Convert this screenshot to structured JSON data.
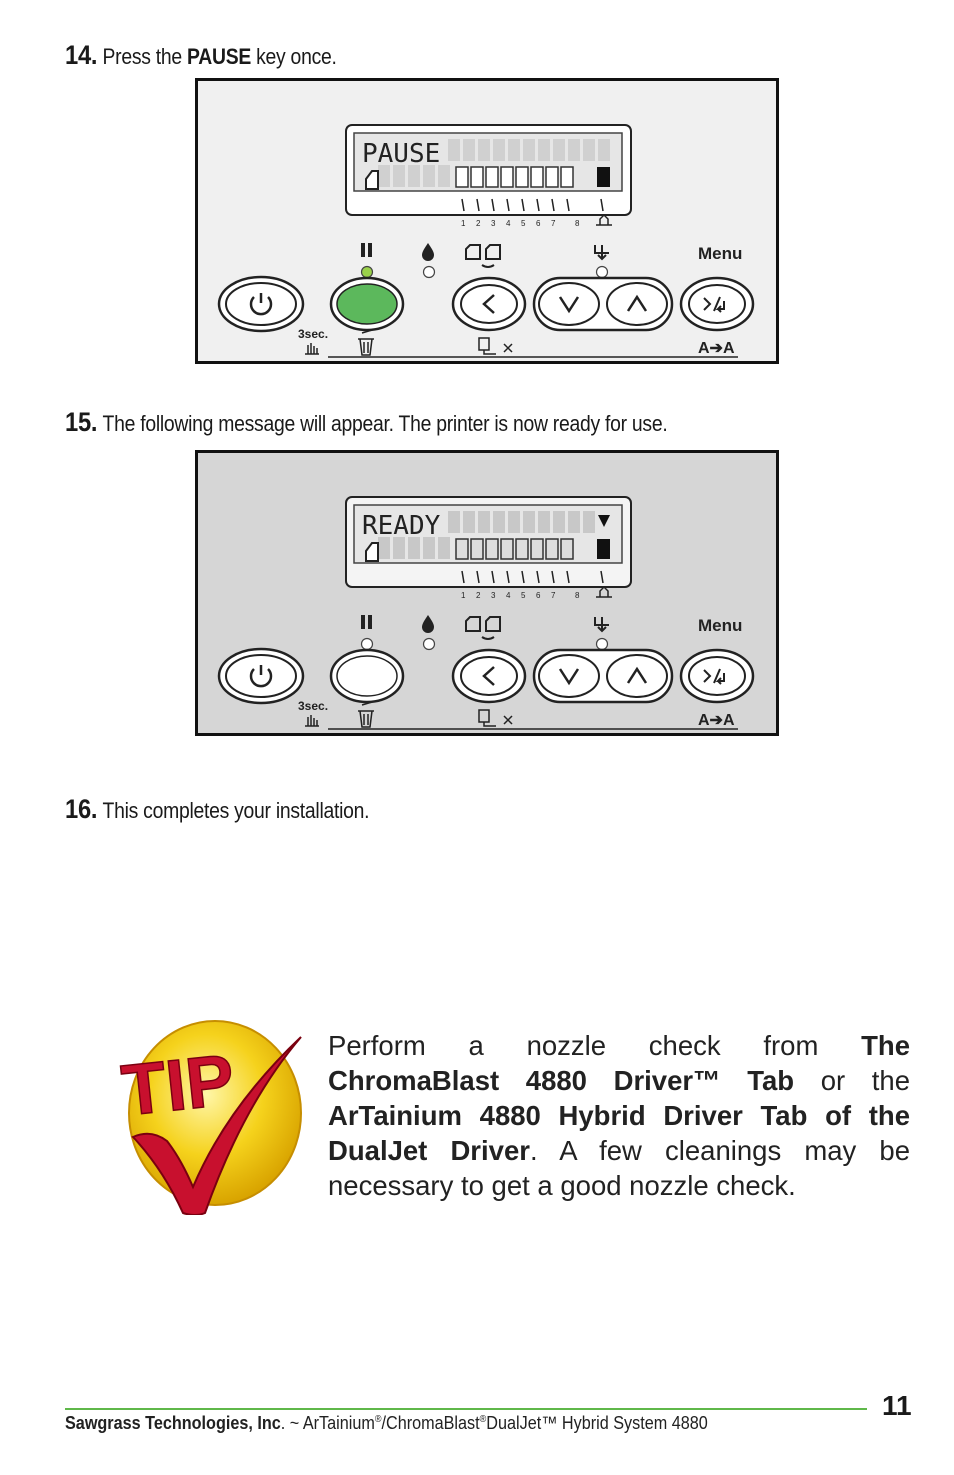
{
  "steps": [
    {
      "num": "14.",
      "pre": "Press the ",
      "key": "PAUSE",
      "post": " key once."
    },
    {
      "num": "15.",
      "text": "The following message will appear. The printer is now ready for use."
    },
    {
      "num": "16.",
      "text": "This completes your installation."
    }
  ],
  "panel1": {
    "lcd": "PAUSE",
    "menu": "Menu",
    "sec": "3sec.",
    "scale": [
      "1",
      "2",
      "3",
      "4",
      "5",
      "6",
      "7",
      "8"
    ],
    "pause_color": "#5cb85c"
  },
  "panel2": {
    "lcd": "READY",
    "menu": "Menu",
    "sec": "3sec.",
    "scale": [
      "1",
      "2",
      "3",
      "4",
      "5",
      "6",
      "7",
      "8"
    ]
  },
  "tip": {
    "badge": "TIP",
    "t1": "Perform a nozzle check from ",
    "b1": "The ChromaBlast 4880 Driver™ Tab",
    "t2": " or the ",
    "b2": "ArTainium 4880 Hybrid Driver Tab of the DualJet Driver",
    "t3": ".  A few cleanings may be necessary to get a good nozzle check."
  },
  "footer": {
    "company": "Sawgrass Technologies, Inc",
    "sep": ". ~ ArTainium",
    "reg1": "®",
    "mid": "/ChromaBlast",
    "reg2": "®",
    "tail": "DualJet™ Hybrid System 4880",
    "page": "11"
  },
  "colors": {
    "accent_green": "#5fb84a",
    "panel_bg1": "#efefef",
    "panel_bg2": "#d6d6d6",
    "tip_red": "#c8102e",
    "tip_yellow": "#f5d21c"
  }
}
